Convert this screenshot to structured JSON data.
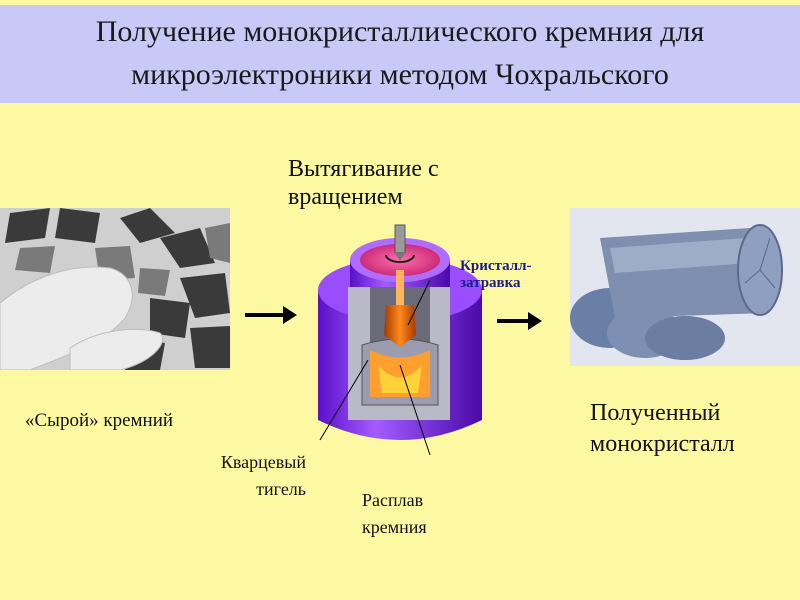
{
  "slide": {
    "title": "Получение монокристаллического кремния для\nмикроэлектроники методом Чохральского"
  },
  "labels": {
    "pulling": "Вытягивание с\nвращением",
    "seed_crystal": "Кристалл-\nзатравка",
    "raw_silicon": "«Сырой» кремний",
    "quartz_crucible": "Кварцевый\nтигель",
    "silicon_melt": "Расплав\nкремния",
    "single_crystal": "Полученный\nмонокристалл"
  },
  "colors": {
    "background": "#fdf9a3",
    "title_band": "#c9c9f7",
    "furnace": "#8a2be2",
    "melt": "#ff7a00",
    "seed_label": "#1b1b8c"
  }
}
